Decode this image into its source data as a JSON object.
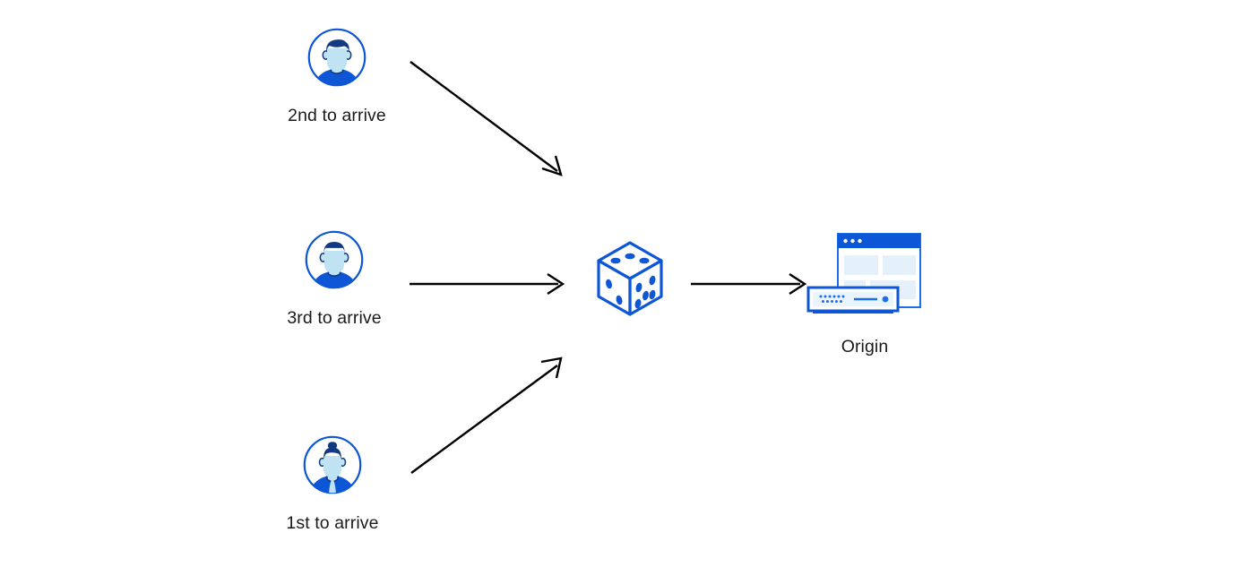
{
  "diagram": {
    "title": "Load balancing request order diagram",
    "background_color": "#ffffff",
    "accent_color": "#0d56d6",
    "dark_accent_color": "#123a82",
    "skin_color": "#bfe3f2",
    "light_fill_color": "#e4f1fb",
    "arrow_color": "#000000",
    "text_color": "#1a1a1a"
  },
  "nodes": {
    "client_top": {
      "label": "2nd to arrive",
      "icon": "user-avatar-icon",
      "hair_style": "short-swept"
    },
    "client_middle": {
      "label": "3rd to arrive",
      "icon": "user-avatar-icon",
      "hair_style": "short-crop"
    },
    "client_bottom": {
      "label": "1st to arrive",
      "icon": "user-avatar-icon",
      "hair_style": "bun-ponytail"
    },
    "randomizer": {
      "label": "",
      "icon": "dice-icon"
    },
    "origin": {
      "label": "Origin",
      "icon": "server-browser-icon"
    }
  },
  "connectors": [
    {
      "name": "arrow-top-to-dice",
      "from": "client_top",
      "to": "randomizer",
      "direction": "down-right"
    },
    {
      "name": "arrow-middle-to-dice",
      "from": "client_middle",
      "to": "randomizer",
      "direction": "right"
    },
    {
      "name": "arrow-bottom-to-dice",
      "from": "client_bottom",
      "to": "randomizer",
      "direction": "up-right"
    },
    {
      "name": "arrow-dice-to-origin",
      "from": "randomizer",
      "to": "origin",
      "direction": "right"
    }
  ]
}
